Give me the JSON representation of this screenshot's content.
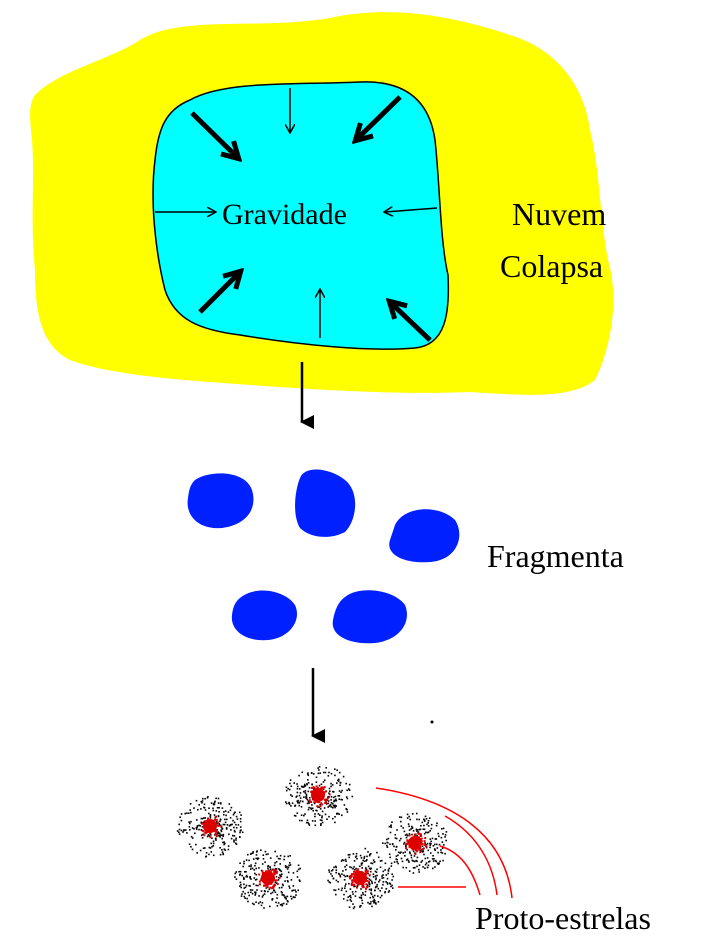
{
  "labels": {
    "gravity": "Gravidade",
    "cloud_line1": "Nuvem",
    "cloud_line2": "Colapsa",
    "fragments": "Fragmenta",
    "protostars": "Proto-estrelas"
  },
  "colors": {
    "cloud_outer": "#ffff00",
    "cloud_core": "#00ffff",
    "fragment": "#0020ff",
    "protostar_core": "#dd0000",
    "protostar_halo": "#000000",
    "pointer_line": "#ff0000",
    "arrow": "#000000"
  },
  "icons": {
    "step_arrow": "down-arrow-icon",
    "gravity_arrow": "inward-arrow-icon"
  }
}
